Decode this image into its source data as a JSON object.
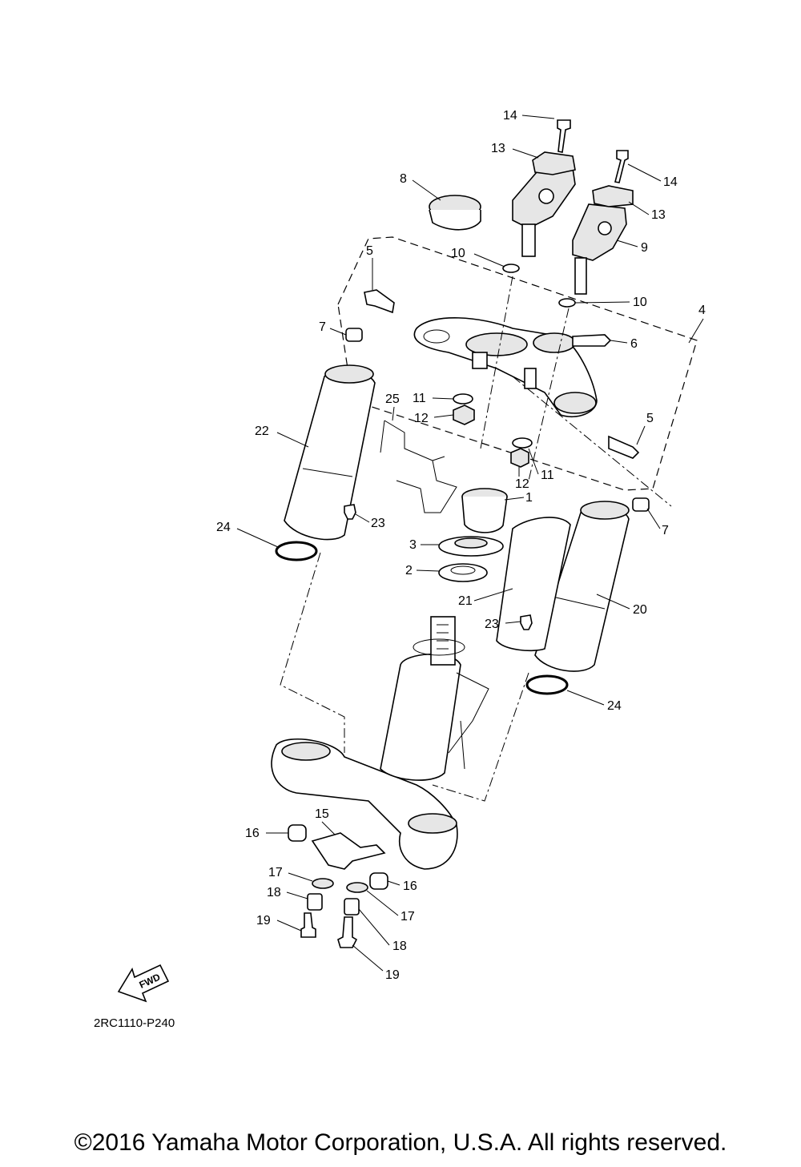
{
  "diagram_code": "2RC1110-P240",
  "fwd_label": "FWD",
  "copyright": "©2016 Yamaha Motor Corporation, U.S.A. All rights reserved.",
  "callouts": [
    "1",
    "2",
    "3",
    "4",
    "5",
    "5",
    "6",
    "7",
    "7",
    "8",
    "9",
    "10",
    "10",
    "11",
    "11",
    "12",
    "12",
    "13",
    "13",
    "14",
    "14",
    "15",
    "16",
    "16",
    "17",
    "17",
    "18",
    "18",
    "19",
    "19",
    "20",
    "21",
    "22",
    "23",
    "23",
    "24",
    "24",
    "25"
  ]
}
